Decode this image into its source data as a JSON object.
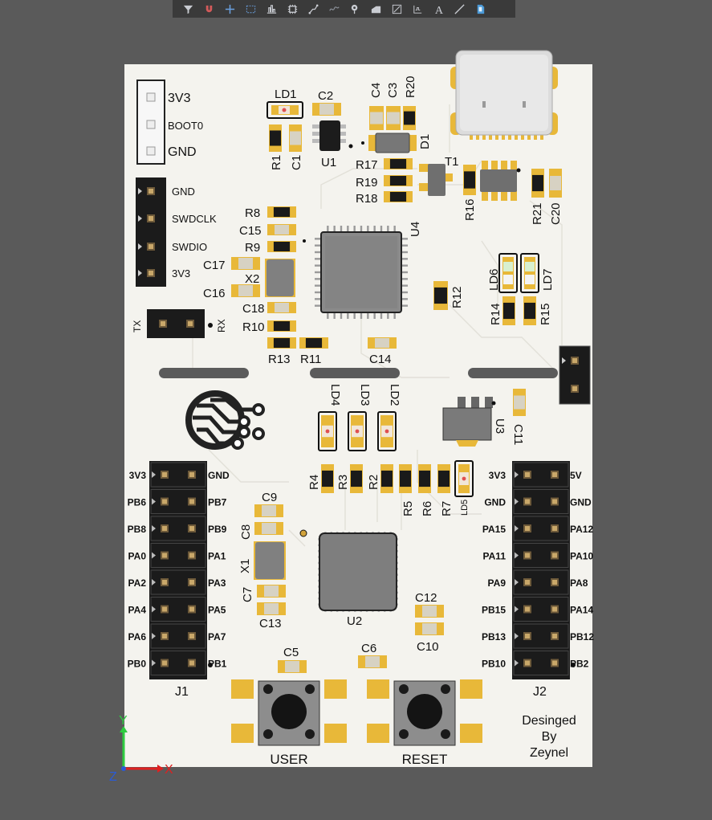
{
  "toolbar": {
    "tools": [
      {
        "name": "filter-icon",
        "label": "Filter"
      },
      {
        "name": "magnet-icon",
        "label": "Snap"
      },
      {
        "name": "plus-icon",
        "label": "Add"
      },
      {
        "name": "select-rect-icon",
        "label": "Select"
      },
      {
        "name": "align-icon",
        "label": "Align"
      },
      {
        "name": "component-icon",
        "label": "Component"
      },
      {
        "name": "route-icon",
        "label": "Route"
      },
      {
        "name": "diff-pair-icon",
        "label": "Diff Pair"
      },
      {
        "name": "via-icon",
        "label": "Via"
      },
      {
        "name": "fill-icon",
        "label": "Fill"
      },
      {
        "name": "region-icon",
        "label": "Region"
      },
      {
        "name": "dimension-icon",
        "label": "Dimension"
      },
      {
        "name": "text-icon",
        "label": "A"
      },
      {
        "name": "line-icon",
        "label": "Line"
      },
      {
        "name": "shape-icon",
        "label": "Shape"
      }
    ]
  },
  "colors": {
    "board": "#f4f3ee",
    "pad": "#e8b839",
    "body": "#7c7c7c",
    "resistor": "#1a1a1a",
    "capacitor": "#d7d2c3",
    "background": "#5a5a5a",
    "toolbar": "#3a3a3a"
  },
  "pcb": {
    "header_top": {
      "pins": [
        "3V3",
        "BOOT0",
        "GND"
      ]
    },
    "header_swd": {
      "pins": [
        "GND",
        "SWDCLK",
        "SWDIO",
        "3V3"
      ]
    },
    "uart": {
      "left": "TX",
      "right": "RX"
    },
    "j1": {
      "designator": "J1",
      "left": [
        "3V3",
        "PB6",
        "PB8",
        "PA0",
        "PA2",
        "PA4",
        "PA6",
        "PB0"
      ],
      "right": [
        "GND",
        "PB7",
        "PB9",
        "PA1",
        "PA3",
        "PA5",
        "PA7",
        "PB1"
      ]
    },
    "j2": {
      "designator": "J2",
      "left": [
        "3V3",
        "GND",
        "PA15",
        "PA11",
        "PA9",
        "PB15",
        "PB13",
        "PB10"
      ],
      "right": [
        "5V",
        "GND",
        "PA12",
        "PA10",
        "PA8",
        "PA14",
        "PB12",
        "PB2"
      ]
    },
    "designators": {
      "ld1": "LD1",
      "c2": "C2",
      "c4": "C4",
      "c3": "C3",
      "r20": "R20",
      "r1": "R1",
      "c1": "C1",
      "u1": "U1",
      "d1": "D1",
      "r17": "R17",
      "r19": "R19",
      "r18": "R18",
      "t1": "T1",
      "r16": "R16",
      "r21": "R21",
      "c20": "C20",
      "r8": "R8",
      "c15": "C15",
      "r9": "R9",
      "u4": "U4",
      "c17": "C17",
      "x2": "X2",
      "c16": "C16",
      "c18": "C18",
      "r10": "R10",
      "r13": "R13",
      "r11": "R11",
      "c14": "C14",
      "r12": "R12",
      "ld6": "LD6",
      "ld7": "LD7",
      "r14": "R14",
      "r15": "R15",
      "ld4": "LD4",
      "ld3": "LD3",
      "ld2": "LD2",
      "u3": "U3",
      "c11": "C11",
      "r4": "R4",
      "r3": "R3",
      "r2": "R2",
      "r5": "R5",
      "r6": "R6",
      "r7": "R7",
      "ld5": "LD5",
      "c9": "C9",
      "c8": "C8",
      "x1": "X1",
      "c7": "C7",
      "c13": "C13",
      "u2": "U2",
      "c12": "C12",
      "c10": "C10",
      "c5": "C5",
      "c6": "C6"
    },
    "buttons": {
      "user": "USER",
      "reset": "RESET"
    },
    "credit": {
      "line1": "Desinged",
      "line2": "By",
      "line3": "Zeynel"
    },
    "axes": {
      "x": "X",
      "y": "Y",
      "z": "Z"
    }
  }
}
